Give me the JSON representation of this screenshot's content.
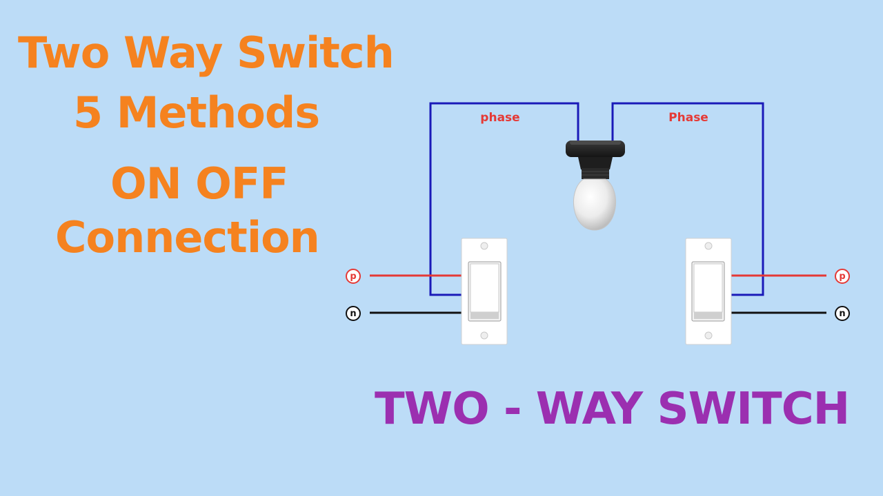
{
  "title": {
    "line1": "Two Way Switch",
    "line2": "5 Methods",
    "line3": "ON OFF",
    "line4": "Connection"
  },
  "diagram": {
    "caption": "TWO - WAY SWITCH",
    "wire_labels": {
      "left": "phase",
      "right": "Phase"
    },
    "terminals": {
      "phase": "p",
      "neutral": "n"
    },
    "colors": {
      "title": "#f5821f",
      "caption": "#9b2fb0",
      "loop_wire": "#1a1ab8",
      "phase_wire": "#e53935",
      "neutral_wire": "#111111",
      "background": "#bcdcf7"
    }
  }
}
